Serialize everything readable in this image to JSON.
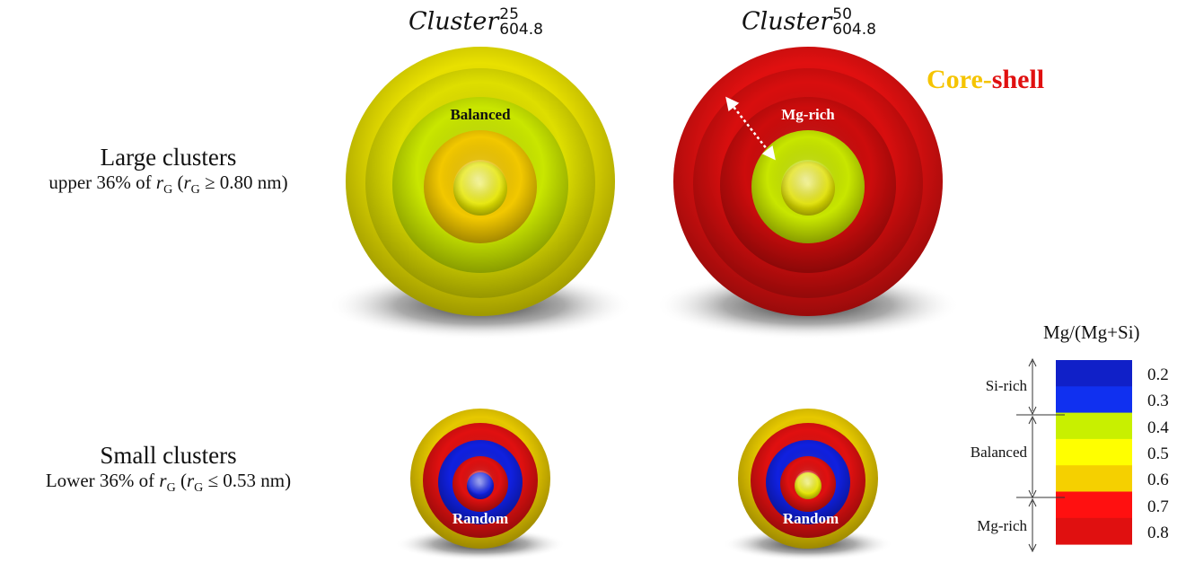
{
  "columns": [
    {
      "base": "Cluster",
      "sup": "25",
      "sub": "604.8"
    },
    {
      "base": "Cluster",
      "sup": "50",
      "sub": "604.8"
    }
  ],
  "core_shell": {
    "core": "Core",
    "dash": "-",
    "shell": "shell",
    "core_color": "#f5c400",
    "shell_color": "#e01010"
  },
  "rows": [
    {
      "title": "Large clusters",
      "subtitle_pre": "upper 36% of ",
      "r": "r",
      "r_sub": "G",
      "paren_open": " (",
      "cond": " ≥ 0.80 nm)"
    },
    {
      "title": "Small clusters",
      "subtitle_pre": "Lower 36% of ",
      "r": "r",
      "r_sub": "G",
      "paren_open": " (",
      "cond": " ≤ 0.53 nm)"
    }
  ],
  "spheres": [
    {
      "label": "Balanced",
      "label_color": "#111111",
      "shells": [
        "#e8e000",
        "#dede00",
        "#c9e600",
        "#f2c800",
        "#e6e600"
      ]
    },
    {
      "label": "Mg-rich",
      "label_color": "#ffffff",
      "shells": [
        "#e01010",
        "#d80e0e",
        "#cc0c0c",
        "#c8e600",
        "#e0e000"
      ]
    },
    {
      "label": "Random",
      "label_color": "#ffffff",
      "shells": [
        "#e6c800",
        "#e01010",
        "#1020e0",
        "#e01010",
        "#1020e0"
      ]
    },
    {
      "label": "Random",
      "label_color": "#ffffff",
      "shells": [
        "#e6c800",
        "#e01010",
        "#1020e0",
        "#e01010",
        "#e6e600"
      ]
    }
  ],
  "legend": {
    "title": "Mg/(Mg+Si)",
    "ticks": [
      "0.2",
      "0.3",
      "0.4",
      "0.5",
      "0.6",
      "0.7",
      "0.8"
    ],
    "colors": [
      "#1020c8",
      "#1030f0",
      "#c8f000",
      "#ffff00",
      "#f5d000",
      "#ff1010",
      "#e01010"
    ],
    "groups": [
      "Si-rich",
      "Balanced",
      "Mg-rich"
    ]
  }
}
